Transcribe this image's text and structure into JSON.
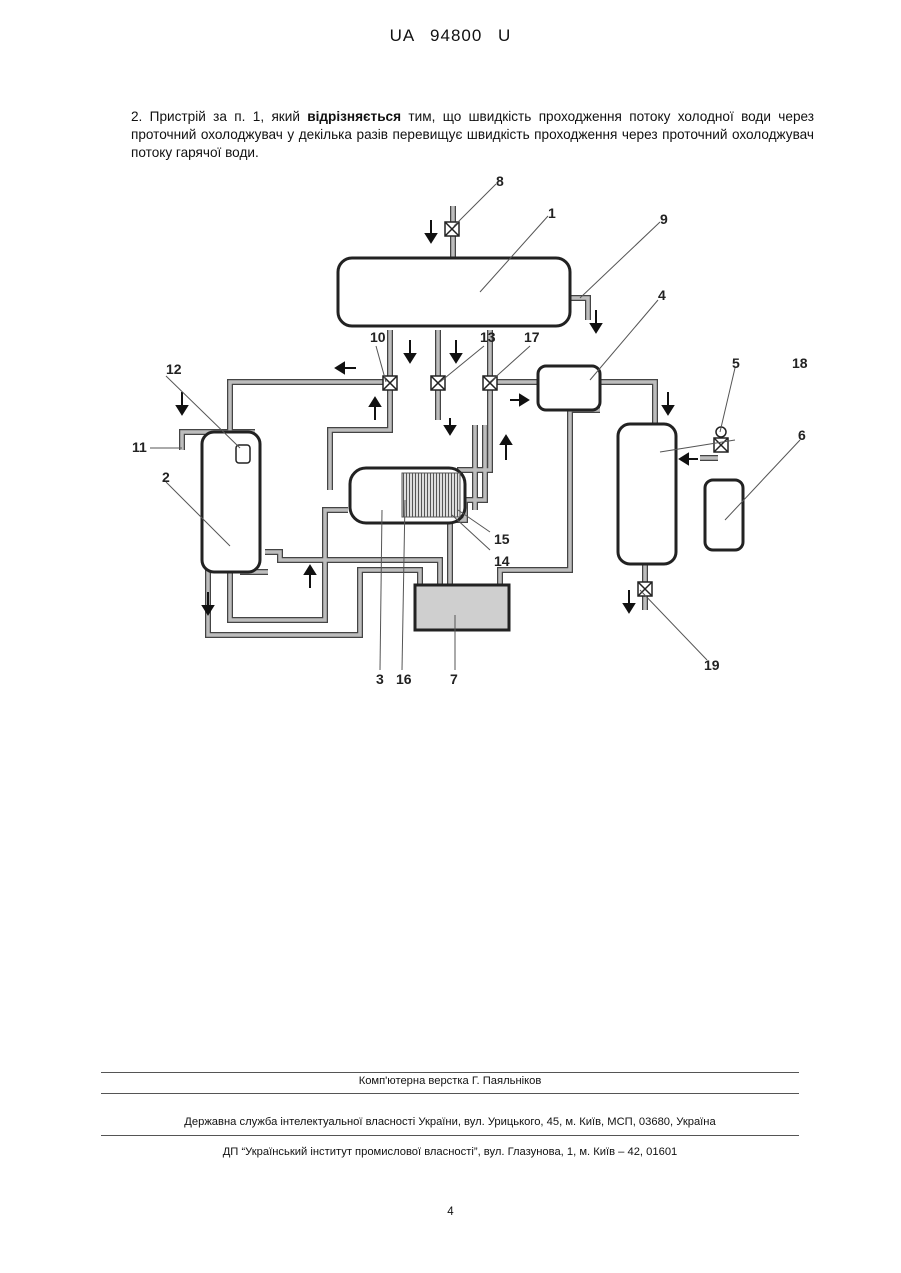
{
  "header": {
    "patent_id": "UA   94800   U"
  },
  "claim": {
    "part1": "2. Пристрій за п. 1, який ",
    "emphasis": "відрізняється",
    "part2": " тим, що швидкість проходження потоку холодної води через проточний охолоджувач у декілька разів перевищує швидкість проходження через проточний охолоджувач потоку гарячої води."
  },
  "figure": {
    "labels": [
      "1",
      "2",
      "3",
      "4",
      "5",
      "6",
      "7",
      "8",
      "9",
      "10",
      "11",
      "12",
      "13",
      "14",
      "15",
      "16",
      "17",
      "18",
      "19"
    ]
  },
  "footer": {
    "typesetting": "Комп'ютерна верстка Г. Паяльніков",
    "agency": "Державна служба інтелектуальної власності України, вул. Урицького, 45, м. Київ, МСП, 03680, Україна",
    "institute": "ДП “Український інститут промислової власності”, вул. Глазунова, 1, м. Київ – 42, 01601"
  },
  "page_number": "4"
}
